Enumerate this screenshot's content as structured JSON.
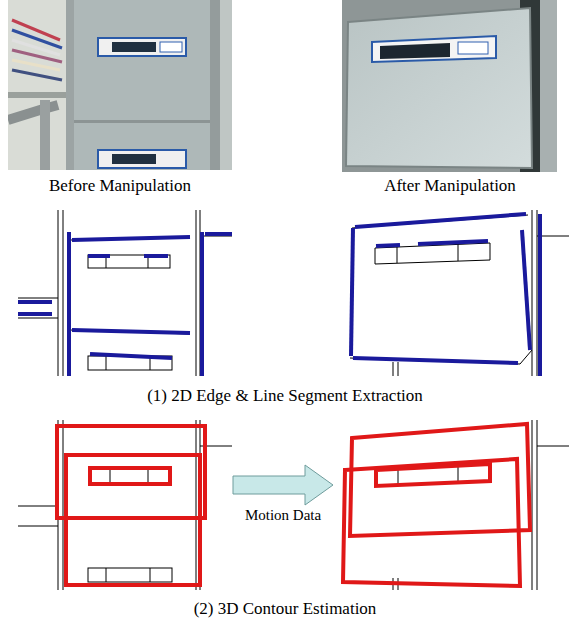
{
  "diagram": {
    "nodes": [
      {
        "text": [
          "Motion Data"
        ]
      }
    ],
    "labels": [
      "Before Manipulation",
      "After Manipulation",
      "(1) 2D Edge & Line Segment Extraction",
      "(2) 3D Contour Estimation"
    ]
  }
}
